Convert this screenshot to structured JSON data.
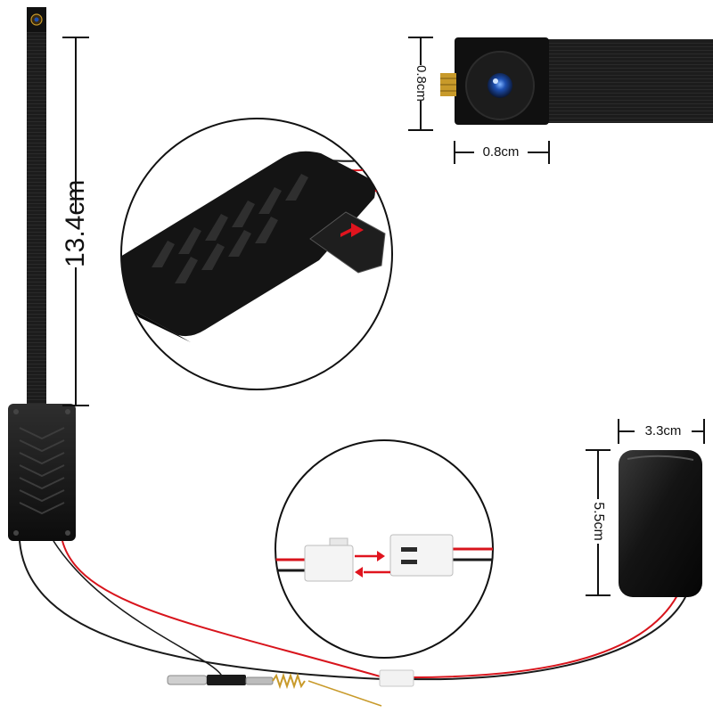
{
  "dimensions": {
    "strap_length": "13.4cm",
    "lens_height": "0.8cm",
    "lens_width": "0.8cm",
    "battery_width": "3.3cm",
    "battery_height": "5.5cm"
  },
  "colors": {
    "background": "#ffffff",
    "device_black": "#141414",
    "strap_black": "#1c1c1c",
    "wire_red": "#d8141c",
    "wire_black": "#1a1a1a",
    "arrow_red": "#e0141e",
    "lens_blue": "#1d4fb0",
    "gold_contacts": "#c89a2a"
  },
  "icons": [
    "camera-lens-icon",
    "sd-card-icon",
    "connector-arrows-icon",
    "antenna-icon"
  ]
}
